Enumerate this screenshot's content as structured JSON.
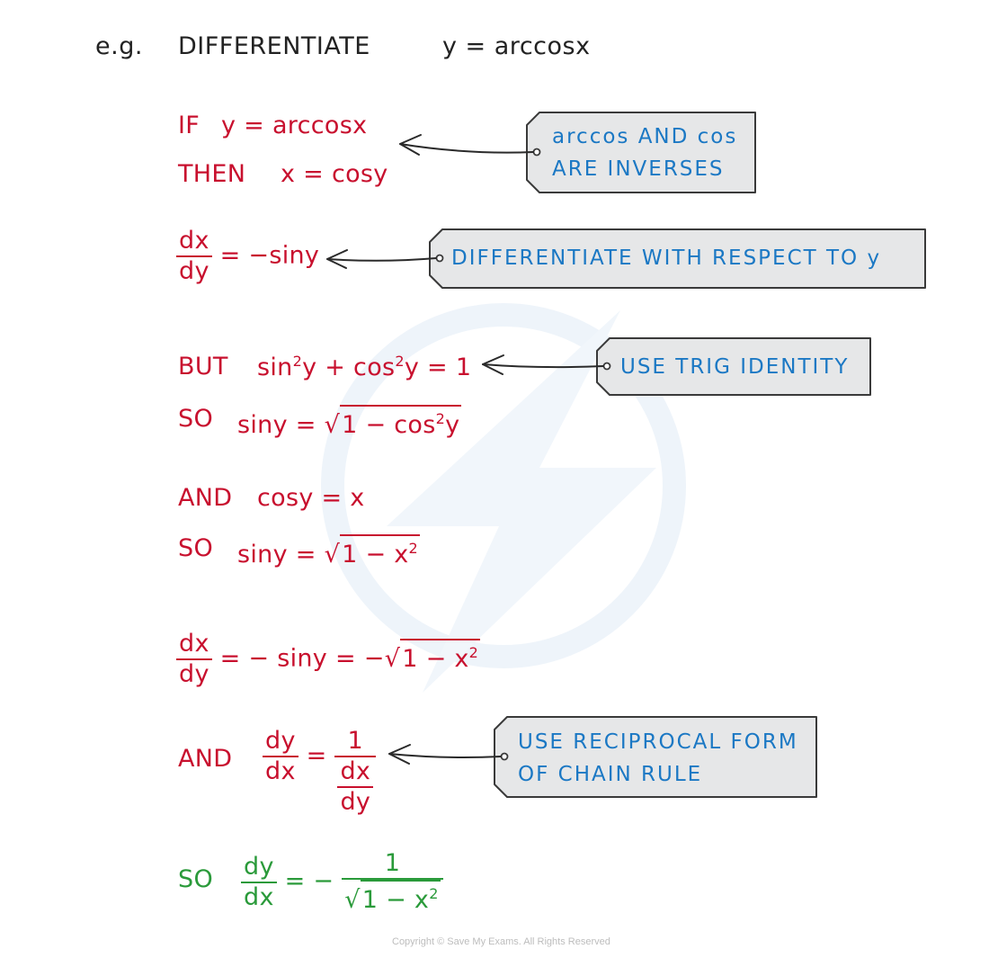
{
  "header": {
    "prefix": "e.g.",
    "instruction": "DIFFERENTIATE",
    "equation": "y = arccosx"
  },
  "steps": {
    "if_keyword": "IF",
    "if_eq": "y = arccosx",
    "then_keyword": "THEN",
    "then_eq": "x = cosy",
    "dxdy_num": "dx",
    "dxdy_den": "dy",
    "dxdy_rhs": "= −siny",
    "but_keyword": "BUT",
    "but_eq_a": "sin",
    "but_sup1": "2",
    "but_eq_b": "y + cos",
    "but_sup2": "2",
    "but_eq_c": "y = 1",
    "so1_keyword": "SO",
    "so1_lhs": "siny =",
    "so1_radicand_a": "1 − cos",
    "so1_radicand_sup": "2",
    "so1_radicand_b": "y",
    "and1_keyword": "AND",
    "and1_eq": "cosy = x",
    "so2_keyword": "SO",
    "so2_lhs": "siny =",
    "so2_radicand": "1 − x",
    "so2_sup": "2",
    "d2_num": "dx",
    "d2_den": "dy",
    "d2_rhs": "= − siny = −",
    "d2_radicand": "1 − x",
    "d2_sup": "2",
    "and2_keyword": "AND",
    "and2_num": "dy",
    "and2_den": "dx",
    "and2_eq": "=",
    "and2_rnum": "1",
    "and2_rden_num": "dx",
    "and2_rden_den": "dy",
    "final_keyword": "SO",
    "final_num": "dy",
    "final_den": "dx",
    "final_eq": "= −",
    "final_rnum": "1",
    "final_radicand": "1 − x",
    "final_sup": "2"
  },
  "notes": {
    "note1_line1": "arccos  AND  cos",
    "note1_line2": "ARE  INVERSES",
    "note2": "DIFFERENTIATE  WITH  RESPECT  TO  y",
    "note3": "USE  TRIG  IDENTITY",
    "note4_line1": "USE  RECIPROCAL  FORM",
    "note4_line2": "OF  CHAIN  RULE"
  },
  "colors": {
    "working": "#c8102e",
    "result": "#2a9a3a",
    "note_text": "#1b78c4",
    "note_fill": "#e6e7e8"
  },
  "icons": {
    "watermark": "lightning-bolt-icon"
  },
  "footer": {
    "copyright": "Copyright © Save My Exams. All Rights Reserved"
  }
}
